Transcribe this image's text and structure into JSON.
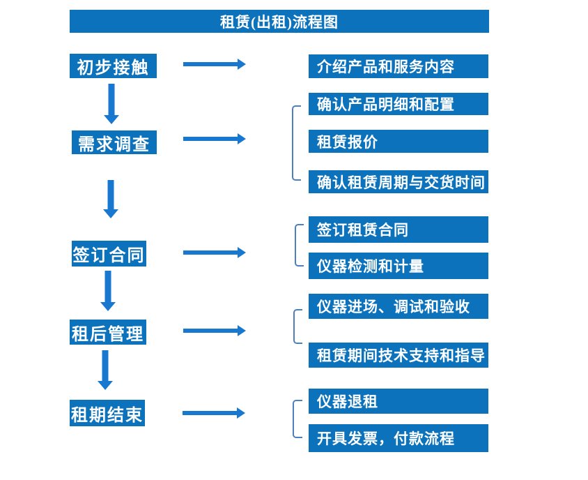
{
  "title": "租赁(出租)流程图",
  "colors": {
    "box_fill": "#0d72bc",
    "box_text": "#ffffff",
    "arrow": "#1878d0",
    "bracket_line": "#4a80c0",
    "background": "#ffffff"
  },
  "steps": [
    {
      "label": "初步接触",
      "details": [
        "介绍产品和服务内容"
      ]
    },
    {
      "label": "需求调查",
      "details": [
        "确认产品明细和配置",
        "租赁报价",
        "确认租赁周期与交货时间"
      ]
    },
    {
      "label": "签订合同",
      "details": [
        "签订租赁合同",
        "仪器检测和计量"
      ]
    },
    {
      "label": "租后管理",
      "details": [
        "仪器进场、调试和验收",
        "租赁期间技术支持和指导"
      ]
    },
    {
      "label": "租期结束",
      "details": [
        "仪器退租",
        "开具发票，付款流程"
      ]
    }
  ]
}
